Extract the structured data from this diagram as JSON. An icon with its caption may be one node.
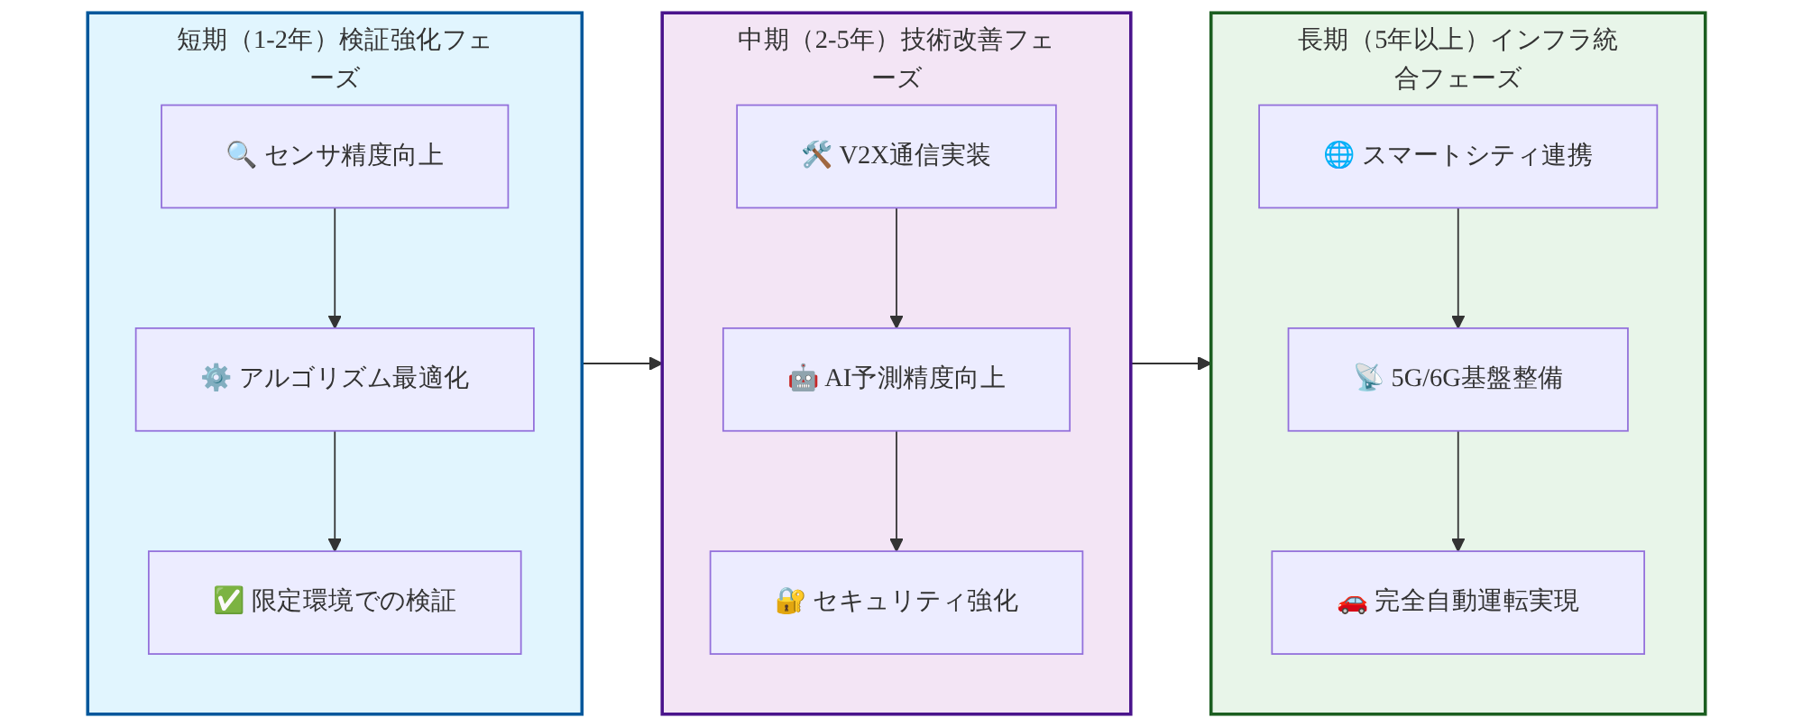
{
  "diagram": {
    "nodes": [
      {
        "text": [
          "短期（1-2年）検証強化フェーズ"
        ]
      },
      {
        "text": [
          "🔍 センサ精度向上"
        ],
        "in": 0
      },
      {
        "text": [
          "⚙️ アルゴリズム最適化"
        ],
        "in": 0
      },
      {
        "text": [
          "✅ 限定環境での検証"
        ],
        "in": 0
      },
      {
        "text": [
          "中期（2-5年）技術改善フェーズ"
        ]
      },
      {
        "text": [
          "🛠️ V2X通信実装"
        ],
        "in": 4
      },
      {
        "text": [
          "🤖 AI予測精度向上"
        ],
        "in": 4
      },
      {
        "text": [
          "🔐 セキュリティ強化"
        ],
        "in": 4
      },
      {
        "text": [
          "長期（5年以上）インフラ統合フェーズ"
        ]
      },
      {
        "text": [
          "🌐 スマートシティ連携"
        ],
        "in": 8
      },
      {
        "text": [
          "📡 5G/6G基盤整備"
        ],
        "in": 8
      },
      {
        "text": [
          "🚗 完全自動運転実現"
        ],
        "in": 8
      }
    ],
    "edges": [
      {
        "from": 1,
        "to": 2,
        "arrow": "to"
      },
      {
        "from": 2,
        "to": 3,
        "arrow": "to"
      },
      {
        "from": 5,
        "to": 6,
        "arrow": "to"
      },
      {
        "from": 6,
        "to": 7,
        "arrow": "to"
      },
      {
        "from": 9,
        "to": 10,
        "arrow": "to"
      },
      {
        "from": 10,
        "to": 11,
        "arrow": "to"
      },
      {
        "from": 0,
        "to": 4,
        "arrow": "to"
      },
      {
        "from": 4,
        "to": 8,
        "arrow": "to"
      }
    ]
  }
}
